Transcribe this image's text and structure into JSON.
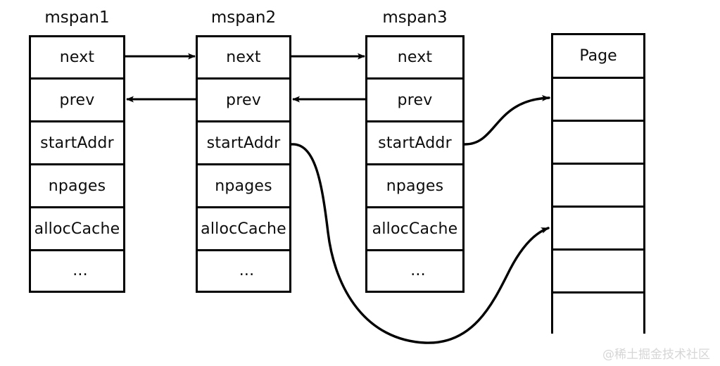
{
  "diagram": {
    "title_hidden": "",
    "structs": [
      {
        "name": "mspan1",
        "fields": [
          "next",
          "prev",
          "startAddr",
          "npages",
          "allocCache",
          "..."
        ]
      },
      {
        "name": "mspan2",
        "fields": [
          "next",
          "prev",
          "startAddr",
          "npages",
          "allocCache",
          "..."
        ]
      },
      {
        "name": "mspan3",
        "fields": [
          "next",
          "prev",
          "startAddr",
          "npages",
          "allocCache",
          "..."
        ]
      }
    ],
    "page_column": {
      "header": "Page",
      "cells": [
        "",
        "",
        "",
        "",
        "",
        ""
      ]
    },
    "connectors": [
      {
        "name": "mspan1-next-to-mspan2",
        "kind": "straight-arrow",
        "direction": "right",
        "from_field": "next",
        "to_field": "next"
      },
      {
        "name": "mspan2-prev-to-mspan1",
        "kind": "straight-arrow",
        "direction": "left",
        "from_field": "prev",
        "to_field": "prev"
      },
      {
        "name": "mspan2-next-to-mspan3",
        "kind": "straight-arrow",
        "direction": "right",
        "from_field": "next",
        "to_field": "next"
      },
      {
        "name": "mspan3-prev-to-mspan2",
        "kind": "straight-arrow",
        "direction": "left",
        "from_field": "prev",
        "to_field": "prev"
      },
      {
        "name": "mspan3-startaddr-to-page",
        "kind": "curved-arrow",
        "from_field": "startAddr",
        "to_field": "page-cell-1"
      },
      {
        "name": "mspan2-startaddr-to-page",
        "kind": "curved-arrow",
        "from_field": "startAddr",
        "to_field": "page-cell-4"
      }
    ]
  },
  "watermark": {
    "text": "@稀土掘金技术社区"
  },
  "colors": {
    "stroke": "#000000",
    "background": "#ffffff",
    "text": "#0d0d0d",
    "watermark": "#d6d6d6"
  }
}
